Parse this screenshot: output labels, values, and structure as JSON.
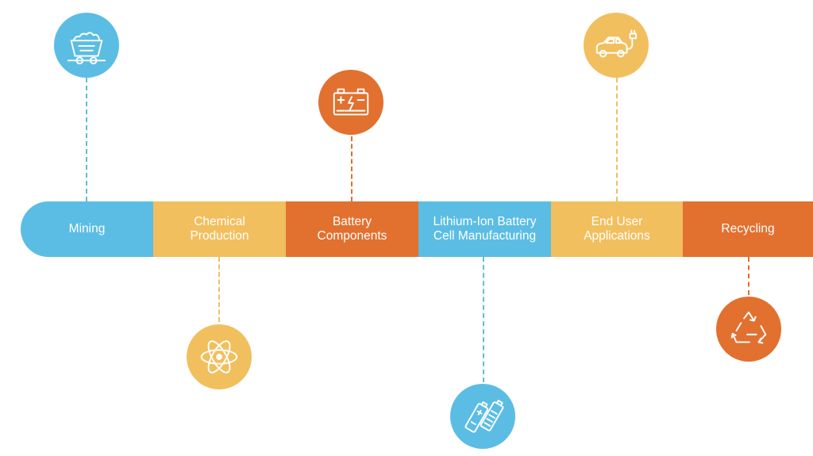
{
  "colors": {
    "blue": "#5bbde4",
    "yellow": "#f2bf5e",
    "orange": "#e2702f"
  },
  "stages": [
    {
      "label": "Mining",
      "color": "blue",
      "icon": "mine-cart-icon"
    },
    {
      "label": "Chemical\nProduction",
      "color": "yellow",
      "icon": "atom-icon"
    },
    {
      "label": "Battery\nComponents",
      "color": "orange",
      "icon": "car-battery-icon"
    },
    {
      "label": "Lithium-Ion Battery\nCell Manufacturing",
      "color": "blue",
      "icon": "aa-batteries-icon"
    },
    {
      "label": "End User\nApplications",
      "color": "yellow",
      "icon": "electric-car-icon"
    },
    {
      "label": "Recycling",
      "color": "orange",
      "icon": "recycle-icon"
    }
  ]
}
